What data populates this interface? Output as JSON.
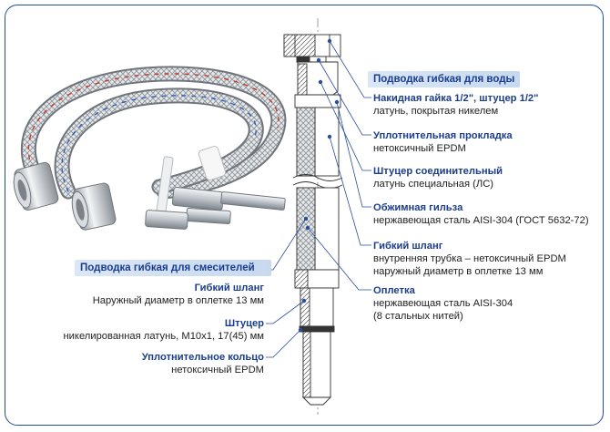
{
  "colors": {
    "frame": "#1f4fa0",
    "heading": "#1a3d8f",
    "section_bg": "#c7d9ef",
    "leader": "#2a4f9a",
    "braid": "#9aa0a6",
    "steel": "#c9ced4"
  },
  "right_panel": {
    "title": "Подводка гибкая для воды",
    "items": [
      {
        "head": "Накидная гайка 1/2\", штуцер 1/2\"",
        "sub": [
          "латунь, покрытая никелем"
        ]
      },
      {
        "head": "Уплотнительная прокладка",
        "sub": [
          "нетоксичный EPDM"
        ]
      },
      {
        "head": "Штуцер соединительный",
        "sub": [
          "латунь специальная (ЛС)"
        ]
      },
      {
        "head": "Обжимная гильза",
        "sub": [
          "нержавеющая сталь AISI-304 (ГОСТ 5632-72)"
        ]
      },
      {
        "head": "Гибкий шланг",
        "sub": [
          "внутренняя трубка – нетоксичный EPDM",
          "наружный диаметр в оплетке 13 мм"
        ]
      },
      {
        "head": "Оплетка",
        "sub": [
          "нержавеющая сталь AISI-304",
          "(8 стальных нитей)"
        ]
      }
    ]
  },
  "left_panel": {
    "title": "Подводка гибкая для смесителей",
    "items": [
      {
        "head": "Гибкий шланг",
        "sub": [
          "Наружный диаметр в оплетке 13 мм"
        ]
      },
      {
        "head": "Штуцер",
        "sub": [
          "никелированная латунь, М10х1, 17(45) мм"
        ]
      },
      {
        "head": "Уплотнительное кольцо",
        "sub": [
          "нетоксичный EPDM"
        ]
      }
    ]
  }
}
